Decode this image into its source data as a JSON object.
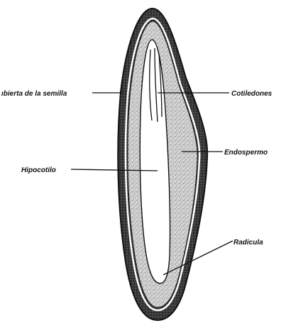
{
  "labels": {
    "seed_coat": "ıbierta de la semilla",
    "cotyledons": "Cotiledones",
    "endosperm": "Endospermo",
    "hypocotyl": "Hipocotilo",
    "radicle": "Radicula"
  },
  "colors": {
    "ink": "#111111",
    "seed_coat": "#2e2e2e",
    "endosperm": "#c9c9c9",
    "embryo": "#ffffff",
    "background": "#ffffff"
  }
}
